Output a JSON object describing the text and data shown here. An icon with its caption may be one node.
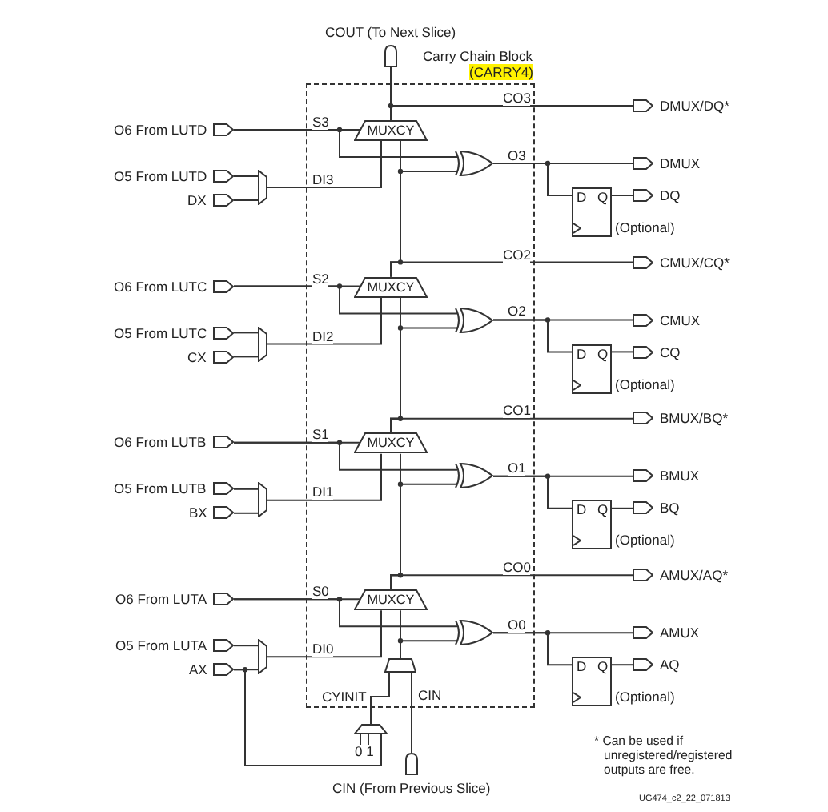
{
  "diagram": {
    "nodes": [
      {
        "text": [],
        "shape": "pentagon",
        "beside": [
          "COUT (To Next Slice)"
        ]
      },
      {
        "text": [
          "Carry Chain Block",
          "(CARRY4)"
        ]
      },
      {
        "text": [],
        "shape": "pentagon",
        "beside": [
          "DMUX/DQ*"
        ]
      },
      {
        "text": [],
        "shape": "pentagon",
        "beside": [
          "O6 From LUTD"
        ]
      },
      {
        "text": [
          "MUXCY"
        ],
        "in": 1
      },
      {
        "text": [],
        "shape": "gate",
        "in": 1
      },
      {
        "text": [],
        "shape": "pentagon",
        "beside": [
          "DMUX"
        ]
      },
      {
        "text": [],
        "shape": "pentagon",
        "beside": [
          "O5 From LUTD"
        ]
      },
      {
        "text": [],
        "shape": "trapezoid"
      },
      {
        "text": [
          "D",
          "Q"
        ],
        "beside": [
          "(Optional)"
        ]
      },
      {
        "text": [],
        "shape": "pentagon",
        "beside": [
          "DQ"
        ]
      },
      {
        "text": [],
        "shape": "pentagon",
        "beside": [
          "DX"
        ]
      },
      {
        "text": [],
        "shape": "pentagon",
        "beside": [
          "CMUX/CQ*"
        ]
      },
      {
        "text": [],
        "shape": "pentagon",
        "beside": [
          "O6 From LUTC"
        ]
      },
      {
        "text": [
          "MUXCY"
        ],
        "in": 1
      },
      {
        "text": [],
        "shape": "gate",
        "in": 1
      },
      {
        "text": [],
        "shape": "pentagon",
        "beside": [
          "CMUX"
        ]
      },
      {
        "text": [],
        "shape": "pentagon",
        "beside": [
          "O5 From LUTC"
        ]
      },
      {
        "text": [],
        "shape": "trapezoid"
      },
      {
        "text": [
          "D",
          "Q"
        ],
        "beside": [
          "(Optional)"
        ]
      },
      {
        "text": [],
        "shape": "pentagon",
        "beside": [
          "CQ"
        ]
      },
      {
        "text": [],
        "shape": "pentagon",
        "beside": [
          "CX"
        ]
      },
      {
        "text": [],
        "shape": "pentagon",
        "beside": [
          "BMUX/BQ*"
        ]
      },
      {
        "text": [],
        "shape": "pentagon",
        "beside": [
          "O6 From LUTB"
        ]
      },
      {
        "text": [
          "MUXCY"
        ],
        "in": 1
      },
      {
        "text": [],
        "shape": "gate",
        "in": 1
      },
      {
        "text": [],
        "shape": "pentagon",
        "beside": [
          "BMUX"
        ]
      },
      {
        "text": [],
        "shape": "pentagon",
        "beside": [
          "O5 From LUTB"
        ]
      },
      {
        "text": [],
        "shape": "trapezoid"
      },
      {
        "text": [
          "D",
          "Q"
        ],
        "beside": [
          "(Optional)"
        ]
      },
      {
        "text": [],
        "shape": "pentagon",
        "beside": [
          "BQ"
        ]
      },
      {
        "text": [],
        "shape": "pentagon",
        "beside": [
          "BX"
        ]
      },
      {
        "text": [],
        "shape": "pentagon",
        "beside": [
          "AMUX/AQ*"
        ]
      },
      {
        "text": [],
        "shape": "pentagon",
        "beside": [
          "O6 From LUTA"
        ]
      },
      {
        "text": [
          "MUXCY"
        ],
        "in": 1
      },
      {
        "text": [],
        "shape": "gate",
        "in": 1
      },
      {
        "text": [],
        "shape": "pentagon",
        "beside": [
          "AMUX"
        ]
      },
      {
        "text": [],
        "shape": "pentagon",
        "beside": [
          "O5 From LUTA"
        ]
      },
      {
        "text": [],
        "shape": "trapezoid"
      },
      {
        "text": [
          "D",
          "Q"
        ],
        "beside": [
          "(Optional)"
        ]
      },
      {
        "text": [],
        "shape": "pentagon",
        "beside": [
          "AQ"
        ]
      },
      {
        "text": [],
        "shape": "pentagon",
        "beside": [
          "AX"
        ]
      },
      {
        "text": [],
        "shape": "trapezoid",
        "in": 1
      },
      {
        "text": [],
        "shape": "trapezoid",
        "beside": [
          "0 1"
        ]
      },
      {
        "text": [],
        "shape": "pentagon",
        "beside": [
          "CIN (From Previous Slice)"
        ]
      }
    ],
    "edges": [
      {
        "from": 3,
        "to": 4,
        "arrow": "none",
        "label": "S3"
      },
      {
        "from": 3,
        "to": 5,
        "arrow": "none"
      },
      {
        "from": 7,
        "to": 8,
        "arrow": "none"
      },
      {
        "from": 11,
        "to": 8,
        "arrow": "none"
      },
      {
        "from": 8,
        "to": 4,
        "arrow": "none",
        "label": "DI3"
      },
      {
        "from": 4,
        "to": 2,
        "arrow": "none",
        "label": "CO3"
      },
      {
        "from": 4,
        "to": 0,
        "arrow": "none"
      },
      {
        "from": 5,
        "to": 6,
        "arrow": "none",
        "label": "O3"
      },
      {
        "from": 5,
        "to": 9,
        "arrow": "none"
      },
      {
        "from": 9,
        "to": 10,
        "arrow": "none"
      },
      {
        "from": 13,
        "to": 14,
        "arrow": "none",
        "label": "S2"
      },
      {
        "from": 13,
        "to": 15,
        "arrow": "none"
      },
      {
        "from": 17,
        "to": 18,
        "arrow": "none"
      },
      {
        "from": 21,
        "to": 18,
        "arrow": "none"
      },
      {
        "from": 18,
        "to": 14,
        "arrow": "none",
        "label": "DI2"
      },
      {
        "from": 14,
        "to": 12,
        "arrow": "none",
        "label": "CO2"
      },
      {
        "from": 14,
        "to": 4,
        "arrow": "none"
      },
      {
        "from": 14,
        "to": 5,
        "arrow": "none"
      },
      {
        "from": 15,
        "to": 16,
        "arrow": "none",
        "label": "O2"
      },
      {
        "from": 15,
        "to": 19,
        "arrow": "none"
      },
      {
        "from": 19,
        "to": 20,
        "arrow": "none"
      },
      {
        "from": 23,
        "to": 24,
        "arrow": "none",
        "label": "S1"
      },
      {
        "from": 23,
        "to": 25,
        "arrow": "none"
      },
      {
        "from": 27,
        "to": 28,
        "arrow": "none"
      },
      {
        "from": 31,
        "to": 28,
        "arrow": "none"
      },
      {
        "from": 28,
        "to": 24,
        "arrow": "none",
        "label": "DI1"
      },
      {
        "from": 24,
        "to": 22,
        "arrow": "none",
        "label": "CO1"
      },
      {
        "from": 24,
        "to": 14,
        "arrow": "none"
      },
      {
        "from": 24,
        "to": 15,
        "arrow": "none"
      },
      {
        "from": 25,
        "to": 26,
        "arrow": "none",
        "label": "O1"
      },
      {
        "from": 25,
        "to": 29,
        "arrow": "none"
      },
      {
        "from": 29,
        "to": 30,
        "arrow": "none"
      },
      {
        "from": 33,
        "to": 34,
        "arrow": "none",
        "label": "S0"
      },
      {
        "from": 33,
        "to": 35,
        "arrow": "none"
      },
      {
        "from": 37,
        "to": 38,
        "arrow": "none"
      },
      {
        "from": 41,
        "to": 38,
        "arrow": "none"
      },
      {
        "from": 38,
        "to": 34,
        "arrow": "none",
        "label": "DI0"
      },
      {
        "from": 34,
        "to": 32,
        "arrow": "none",
        "label": "CO0"
      },
      {
        "from": 34,
        "to": 24,
        "arrow": "none"
      },
      {
        "from": 34,
        "to": 25,
        "arrow": "none"
      },
      {
        "from": 35,
        "to": 36,
        "arrow": "none",
        "label": "O0"
      },
      {
        "from": 35,
        "to": 39,
        "arrow": "none"
      },
      {
        "from": 39,
        "to": 40,
        "arrow": "none"
      },
      {
        "from": 42,
        "to": 34,
        "arrow": "none"
      },
      {
        "from": 42,
        "to": 35,
        "arrow": "none"
      },
      {
        "from": 41,
        "to": 43,
        "arrow": "none"
      },
      {
        "from": 43,
        "to": 42,
        "arrow": "none",
        "label": "CYINIT"
      },
      {
        "from": 44,
        "to": 42,
        "arrow": "none",
        "label": "CIN"
      }
    ],
    "labels": [
      "* Can be used if unregistered/registered outputs are free.",
      "UG474_c2_22_071813"
    ]
  }
}
